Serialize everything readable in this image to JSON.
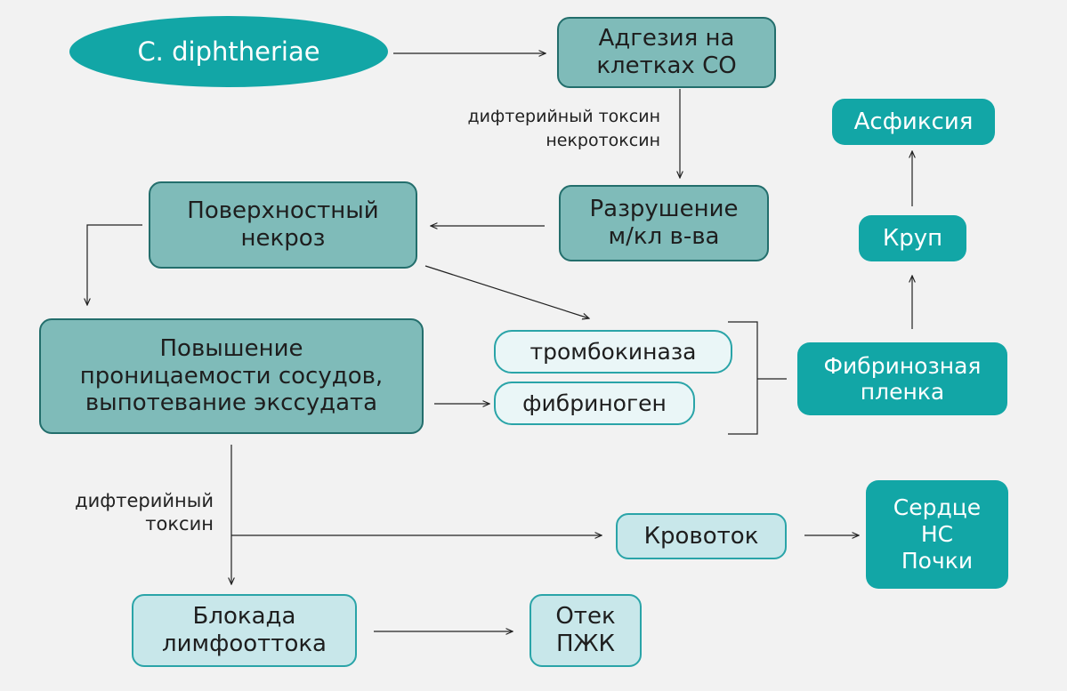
{
  "nodes": {
    "c_diphtheriae": "C. diphtheriae",
    "adhesion": "Адгезия на\nклетках СО",
    "destruction": "Разрушение\nм/кл в-ва",
    "necrosis": "Поверхностный\nнекроз",
    "permeability": "Повышение\nпроницаемости сосудов,\nвыпотевание экссудата",
    "thrombokinase": "тромбокиназа",
    "fibrinogen": "фибриноген",
    "fibrin_film": "Фибринозная\nпленка",
    "croup": "Круп",
    "asphyxia": "Асфиксия",
    "bloodstream": "Кровоток",
    "organs": "Сердце\nНС\nПочки",
    "lymph_block": "Блокада\nлимфооттока",
    "edema": "Отек\nПЖК"
  },
  "labels": {
    "toxins_top": "дифтерийный токсин\nнекротоксин",
    "toxin_bottom": "дифтерийный\nтоксин"
  },
  "colors": {
    "dark_fill": "#7fbbb9",
    "dark_border": "#236e6c",
    "teal_fill": "#12a6a6",
    "light_fill": "#c8e7ea",
    "accent_border": "#2aa4a8",
    "arrow": "#222222"
  }
}
